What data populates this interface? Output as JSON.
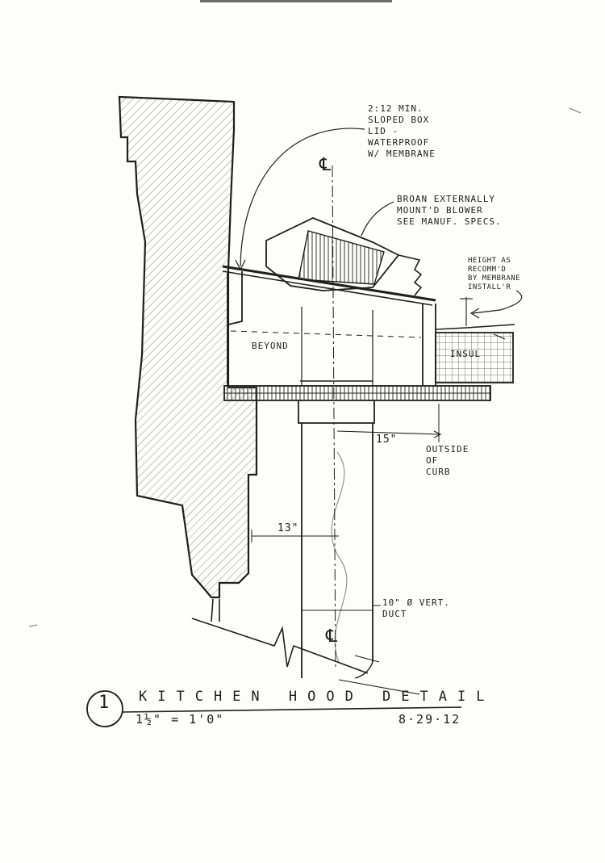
{
  "title": {
    "number": "1",
    "text": "KITCHEN HOOD DETAIL",
    "scale": "1½\" = 1'0\"",
    "date": "8·29·12"
  },
  "notes": {
    "lid": "2:12 MIN.\nSLOPED BOX\nLID -\nWATERPROOF\nW/ MEMBRANE",
    "blower": "BROAN EXTERNALLY\nMOUNT'D BLOWER\nSEE MANUF. SPECS.",
    "height": "HEIGHT AS\nRECOMM'D\nBY MEMBRANE\nINSTALL'R",
    "insul": "INSUL",
    "beyond": "BEYOND",
    "curb": "OUTSIDE\nOF\nCURB",
    "duct": "10\" Ø VERT.\nDUCT"
  },
  "dimensions": {
    "d15": "15\"",
    "d13": "13\""
  },
  "symbols": {
    "centerline": "℄"
  }
}
